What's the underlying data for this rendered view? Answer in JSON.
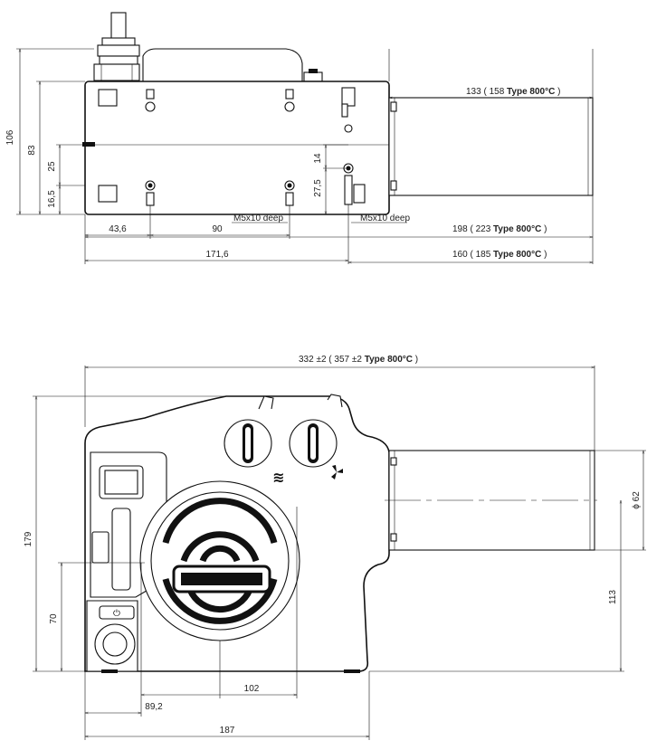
{
  "top_view": {
    "dims": {
      "height_total": "106",
      "height_body": "83",
      "mount_25": "25",
      "mount_16_5": "16,5",
      "mount_14": "14",
      "mount_27_5": "27,5",
      "hole_43_6": "43,6",
      "hole_90": "90",
      "thread_left": "M5x10 deep",
      "thread_right": "M5x10 deep",
      "len_171_6": "171,6",
      "nozzle_133": "133 ( 158 ",
      "nozzle_133_type": "Type 800°C",
      "nozzle_133_close": " )",
      "len_198": "198 ( 223 ",
      "len_198_type": "Type 800°C",
      "len_198_close": " )",
      "len_160": "160 ( 185 ",
      "len_160_type": "Type 800°C",
      "len_160_close": " )"
    }
  },
  "front_view": {
    "dims": {
      "overall_332": "332 ±2 ( 357 ±2 ",
      "overall_type": "Type 800°C",
      "overall_close": " )",
      "height_179": "179",
      "height_70": "70",
      "dia_62": "ϕ 62",
      "height_113": "113",
      "w_102": "102",
      "w_89_2": "89,2",
      "w_187": "187"
    },
    "symbols": {
      "heat": "≋",
      "power": "⏻"
    }
  },
  "icons": {
    "heat_icon": "heat-icon",
    "fan_icon": "fan-icon",
    "power_icon": "power-icon"
  }
}
